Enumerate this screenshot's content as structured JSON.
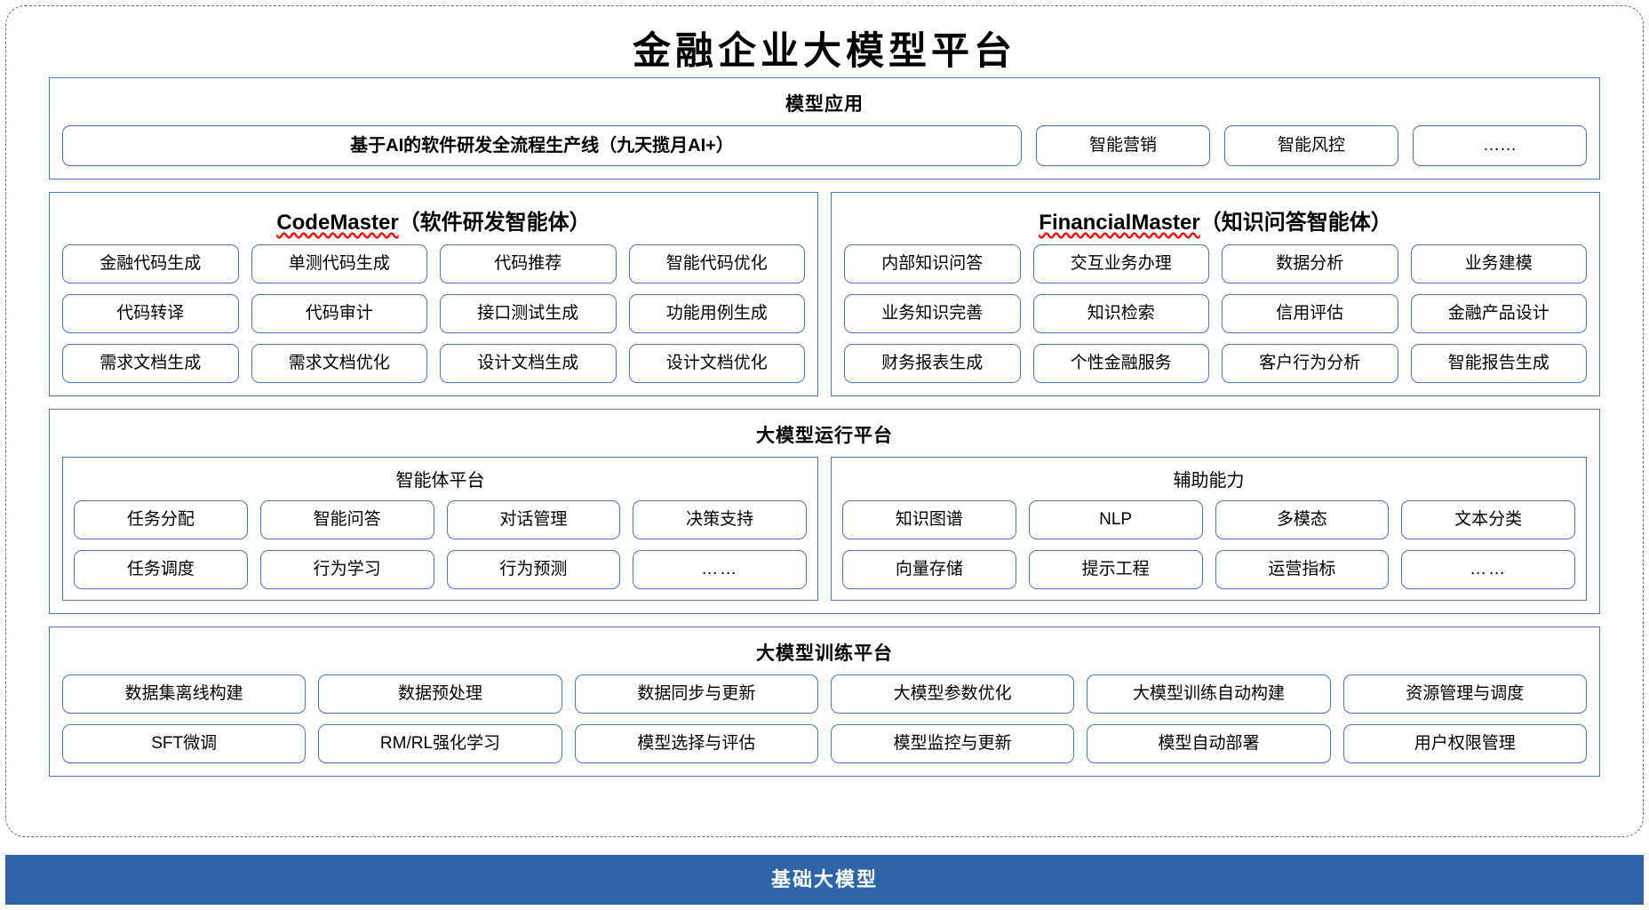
{
  "title": "金融企业大模型平台",
  "sections": {
    "model_application": {
      "title": "模型应用",
      "main_item": "基于AI的软件研发全流程生产线（九天揽月AI+）",
      "items": [
        "智能营销",
        "智能风控",
        "……"
      ]
    },
    "code_master": {
      "title_latin": "CodeMaster",
      "title_cn": "（软件研发智能体）",
      "rows": [
        [
          "金融代码生成",
          "单测代码生成",
          "代码推荐",
          "智能代码优化"
        ],
        [
          "代码转译",
          "代码审计",
          "接口测试生成",
          "功能用例生成"
        ],
        [
          "需求文档生成",
          "需求文档优化",
          "设计文档生成",
          "设计文档优化"
        ]
      ]
    },
    "financial_master": {
      "title_latin": "FinancialMaster",
      "title_cn": "（知识问答智能体）",
      "rows": [
        [
          "内部知识问答",
          "交互业务办理",
          "数据分析",
          "业务建模"
        ],
        [
          "业务知识完善",
          "知识检索",
          "信用评估",
          "金融产品设计"
        ],
        [
          "财务报表生成",
          "个性金融服务",
          "客户行为分析",
          "智能报告生成"
        ]
      ]
    },
    "runtime_platform": {
      "title": "大模型运行平台",
      "agent_platform": {
        "title": "智能体平台",
        "rows": [
          [
            "任务分配",
            "智能问答",
            "对话管理",
            "决策支持"
          ],
          [
            "任务调度",
            "行为学习",
            "行为预测",
            "……"
          ]
        ]
      },
      "auxiliary": {
        "title": "辅助能力",
        "rows": [
          [
            "知识图谱",
            "NLP",
            "多模态",
            "文本分类"
          ],
          [
            "向量存储",
            "提示工程",
            "运营指标",
            "……"
          ]
        ]
      }
    },
    "training_platform": {
      "title": "大模型训练平台",
      "rows": [
        [
          "数据集离线构建",
          "数据预处理",
          "数据同步与更新",
          "大模型参数优化",
          "大模型训练自动构建",
          "资源管理与调度"
        ],
        [
          "SFT微调",
          "RM/RL强化学习",
          "模型选择与评估",
          "模型监控与更新",
          "模型自动部署",
          "用户权限管理"
        ]
      ]
    },
    "base_model": {
      "label": "基础大模型"
    }
  },
  "colors": {
    "accent": "#4472c4",
    "base_bar": "#2e65a8",
    "spellcheck": "#ff0000"
  }
}
